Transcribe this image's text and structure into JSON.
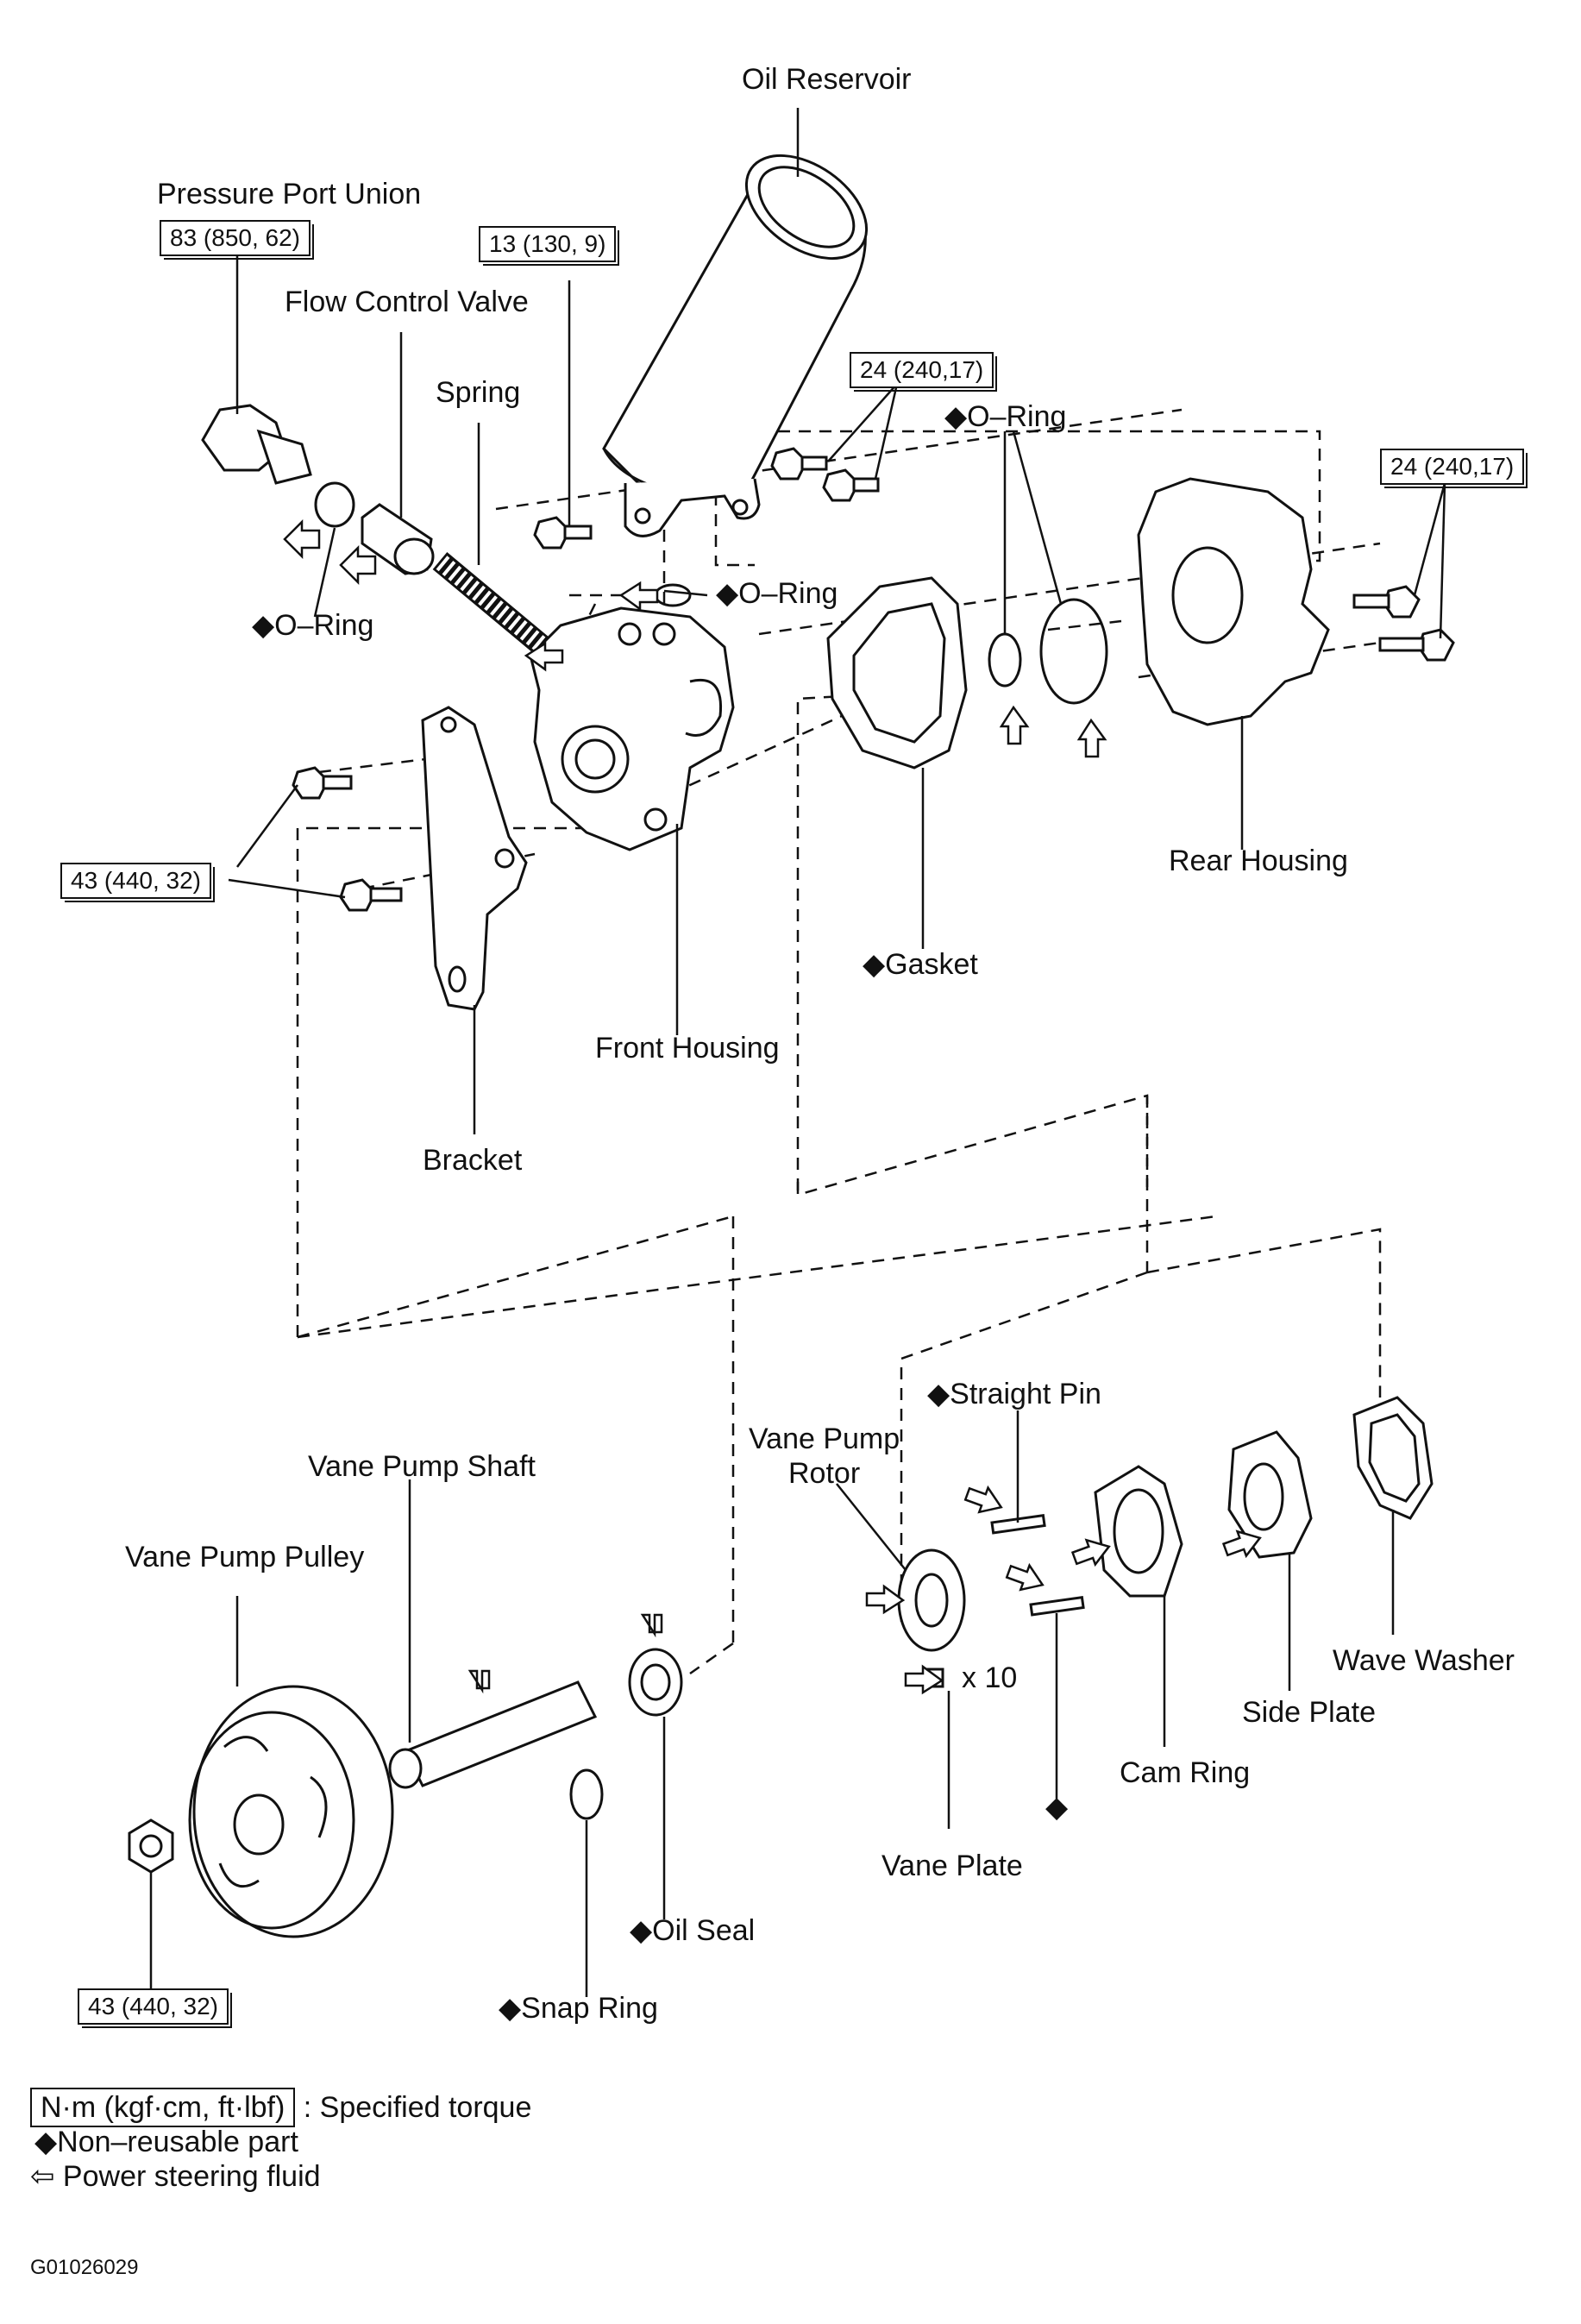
{
  "labels": {
    "oil_reservoir": "Oil Reservoir",
    "pressure_port_union": "Pressure Port Union",
    "flow_control_valve": "Flow Control Valve",
    "spring": "Spring",
    "o_ring_left": "◆O–Ring",
    "o_ring_mid": "◆O–Ring",
    "o_ring_right": "◆O–Ring",
    "rear_housing": "Rear Housing",
    "gasket": "◆Gasket",
    "front_housing": "Front Housing",
    "bracket": "Bracket",
    "straight_pin": "◆Straight Pin",
    "vane_pump_rotor": "Vane Pump\nRotor",
    "vane_pump_shaft": "Vane Pump Shaft",
    "vane_pump_pulley": "Vane Pump Pulley",
    "wave_washer": "Wave Washer",
    "side_plate": "Side Plate",
    "cam_ring": "Cam Ring",
    "vane_plate": "Vane Plate",
    "x10": "x 10",
    "oil_seal": "◆Oil Seal",
    "snap_ring": "◆Snap Ring",
    "lone_diamond": "◆"
  },
  "torques": {
    "pressure_port_union": "83 (850, 62)",
    "reservoir_bolt": "13 (130, 9)",
    "reservoir_bolts_right": "24 (240,17)",
    "rear_housing_bolts": "24 (240,17)",
    "bracket_bolts": "43 (440, 32)",
    "pulley_nut": "43 (440, 32)"
  },
  "legend": {
    "torque_unit": "N·m (kgf·cm, ft·lbf)",
    "torque_desc": ": Specified torque",
    "non_reusable": "◆Non–reusable part",
    "fluid": "⇦ Power steering fluid"
  },
  "figure_code": "G01026029"
}
